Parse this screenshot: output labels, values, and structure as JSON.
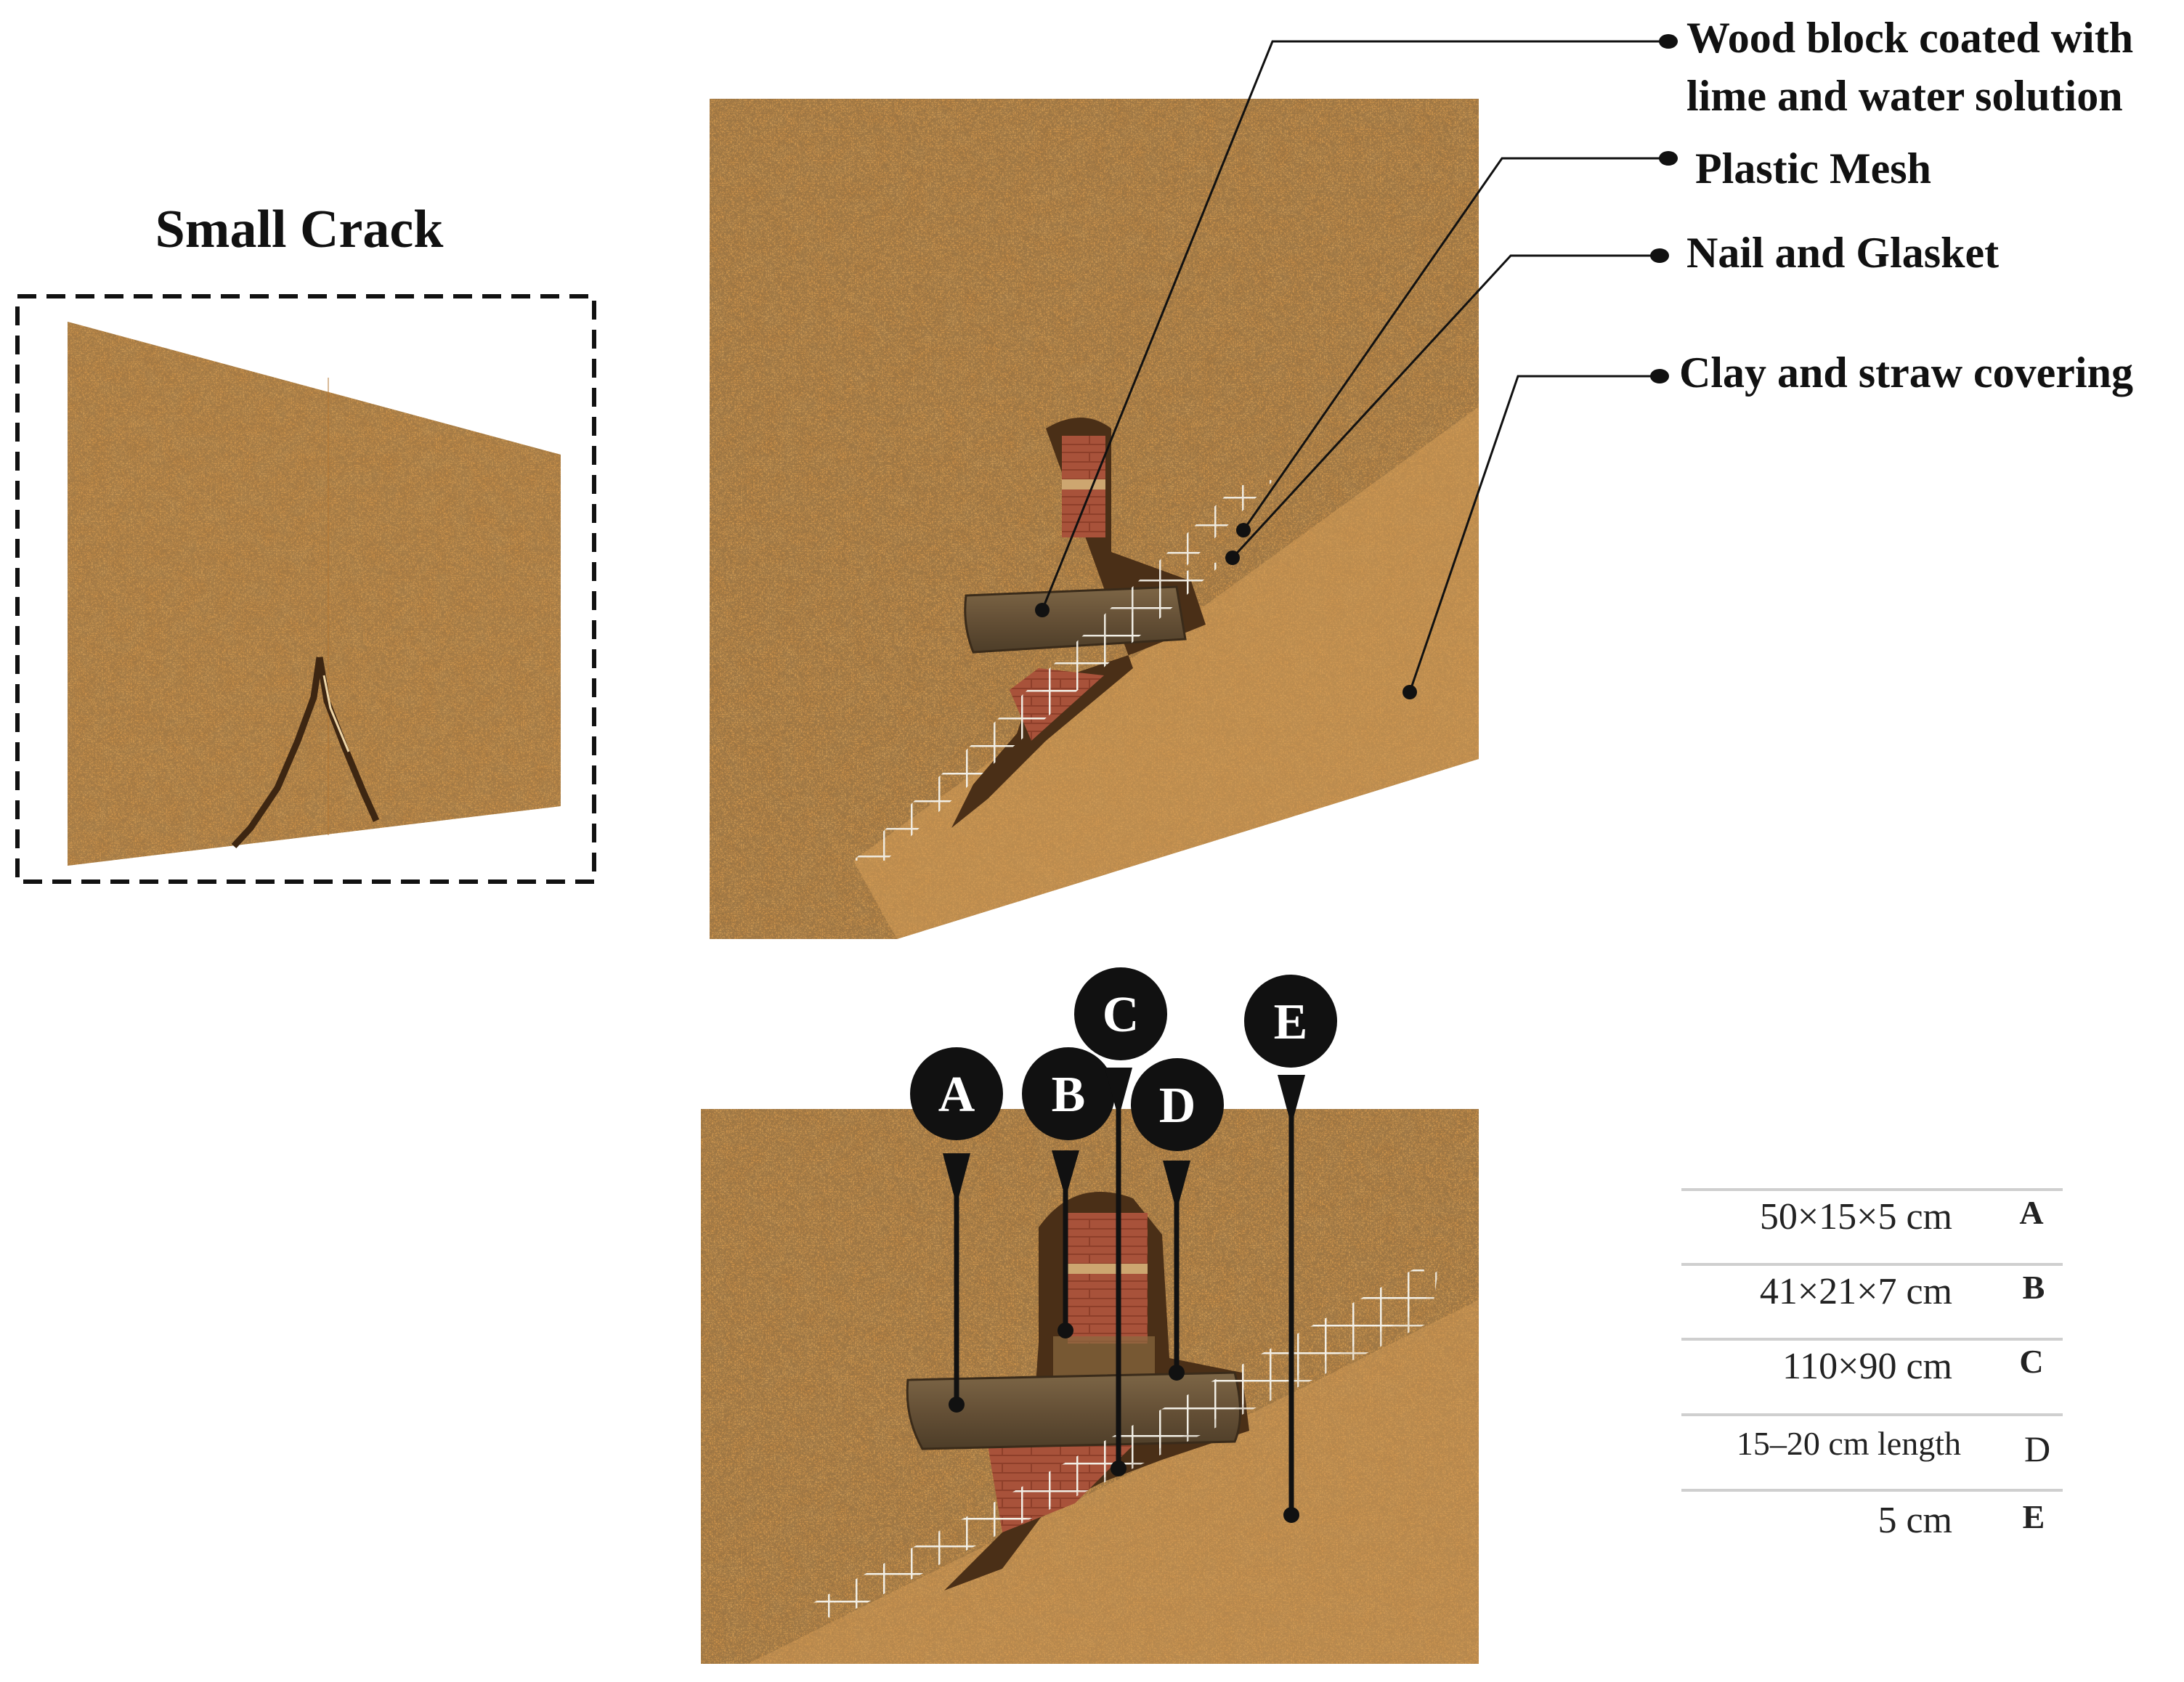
{
  "small_crack": {
    "title": "Small Crack"
  },
  "callouts": [
    {
      "id": "wood",
      "text_lines": [
        "Wood block coated with",
        "lime and water solution"
      ]
    },
    {
      "id": "mesh",
      "text_lines": [
        "Plastic Mesh"
      ]
    },
    {
      "id": "nail",
      "text_lines": [
        "Nail and Glasket"
      ]
    },
    {
      "id": "clay",
      "text_lines": [
        "Clay and straw covering"
      ]
    }
  ],
  "markers": [
    {
      "letter": "A"
    },
    {
      "letter": "B"
    },
    {
      "letter": "C"
    },
    {
      "letter": "D"
    },
    {
      "letter": "E"
    }
  ],
  "dimensions_table": [
    {
      "dimension": "50×15×5 cm",
      "letter": "A"
    },
    {
      "dimension": "41×21×7 cm",
      "letter": "B"
    },
    {
      "dimension": "110×90 cm",
      "letter": "C"
    },
    {
      "dimension": "15–20 cm length",
      "letter": "D"
    },
    {
      "dimension": "5 cm",
      "letter": "E"
    }
  ],
  "colors": {
    "soil": "#c8893e",
    "soil_light": "#d9a45e",
    "soil_dark": "#9c6127",
    "brick": "#a8523a",
    "wood": "#6f5a3c",
    "mesh": "#eeeae0",
    "ink": "#111111"
  }
}
